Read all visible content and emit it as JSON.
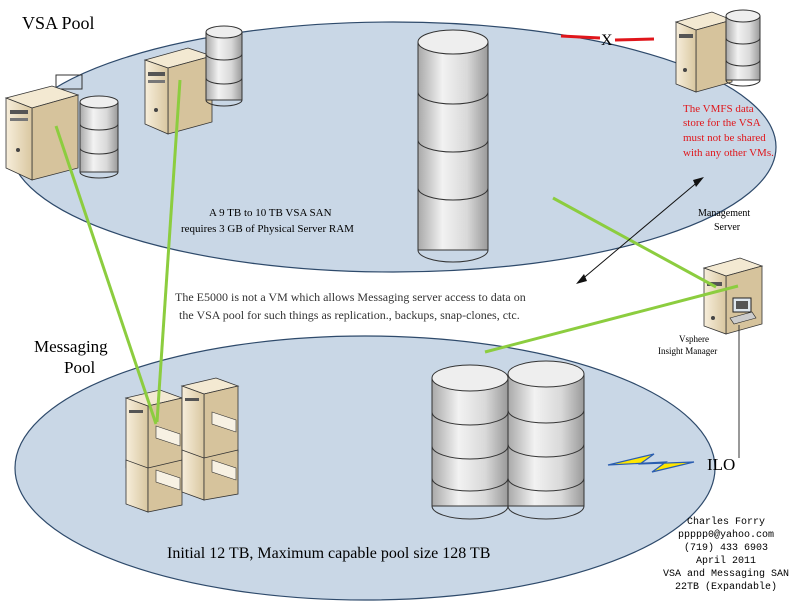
{
  "colors": {
    "pool_fill": "#c9d7e6",
    "pool_stroke": "#2e4a6b",
    "link_green": "#8ccd3f",
    "warning_red": "#e0161b",
    "server_tan": "#efe2c5",
    "disk_gray": "#d6d6d6"
  },
  "vsa_pool": {
    "title": "VSA Pool",
    "san_note_line1": "A 9 TB to 10 TB VSA SAN",
    "san_note_line2": "requires  3 GB of Physical Server RAM"
  },
  "e5000_note": {
    "line1": "The E5000 is not a VM which allows Messaging server access to data on",
    "line2": "the VSA pool for such things as replication., backups, snap-clones, ctc."
  },
  "messaging_pool": {
    "title_line1": "Messaging",
    "title_line2": "Pool",
    "size_note": "Initial 12 TB,  Maximum capable pool size 128 TB"
  },
  "warning": {
    "x_mark": "X",
    "line1": "The VMFS data",
    "line2": "store for the VSA",
    "line3": "must not be shared",
    "line4": "with any other VMs."
  },
  "management": {
    "line1": "Management",
    "line2": "Server"
  },
  "vsphere": {
    "line1": "Vsphere",
    "line2": "Insight Manager"
  },
  "ilo_label": "ILO",
  "author": {
    "name": "Charles Forry",
    "email": "ppppp0@yahoo.com",
    "phone": "(719) 433 6903",
    "date": "April 2011",
    "project": "VSA and Messaging SAN",
    "capacity": "22TB (Expandable)"
  }
}
